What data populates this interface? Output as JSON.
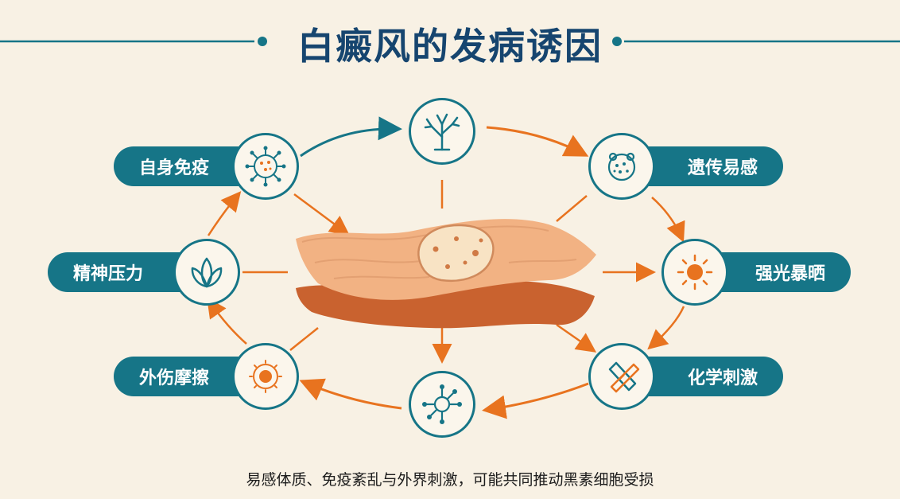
{
  "title": "白癜风的发病诱因",
  "caption": "易感体质、免疫紊乱与外界刺激，可能共同推动黑素细胞受损",
  "factors": [
    {
      "label": "自身免疫",
      "icon": "virus-icon"
    },
    {
      "label": "精神压力",
      "icon": "lotus-icon"
    },
    {
      "label": "外伤摩擦",
      "icon": "burst-icon"
    },
    {
      "label": "遗传易感",
      "icon": "cell-icon"
    },
    {
      "label": "强光暴晒",
      "icon": "sun-icon"
    },
    {
      "label": "化学刺激",
      "icon": "crossed-tubes-icon"
    }
  ],
  "top_node": {
    "icon": "tree-icon"
  },
  "bottom_node": {
    "icon": "molecule-icon"
  },
  "center": {
    "icon": "skin-patch-icon"
  },
  "colors": {
    "teal": "#167587",
    "navy": "#16456f",
    "orange": "#e8731f",
    "background": "#f8f1e4"
  }
}
